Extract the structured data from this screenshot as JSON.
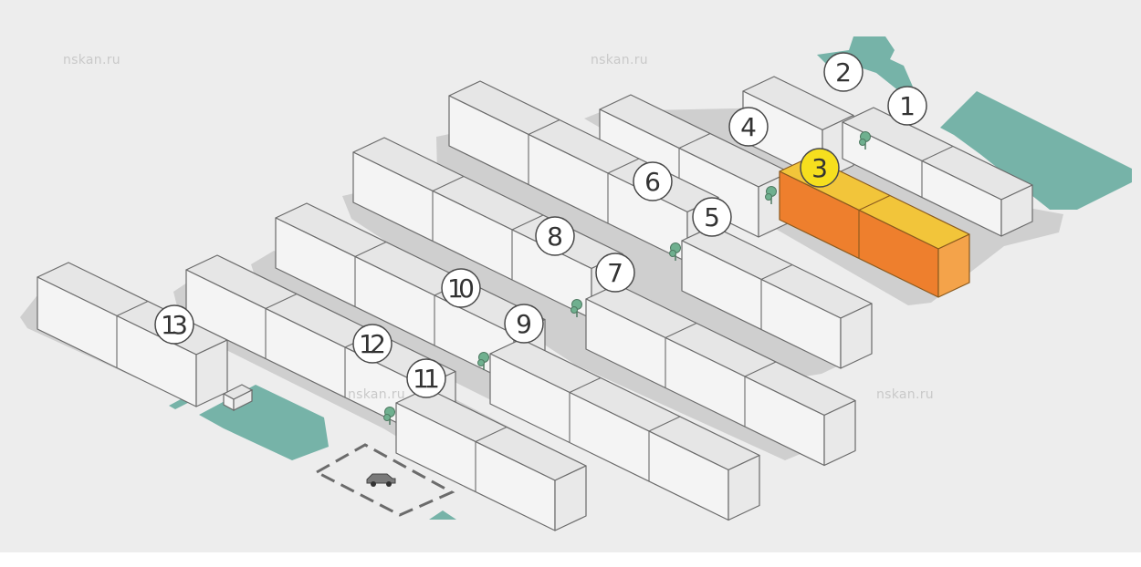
{
  "watermarks": [
    "nskan.ru",
    "nskan.ru",
    "nskan.ru",
    "nskan.ru"
  ],
  "colors": {
    "background": "#ededed",
    "ground": "#cfcfcf",
    "roof": "#e6e6e6",
    "wall_left": "#f4f4f4",
    "wall_right": "#e9e9e9",
    "outline": "#6b6b6b",
    "green_area": "#76b3a8",
    "tree": "#6fb08f",
    "highlight_roof": "#f2c53a",
    "highlight_left": "#ee7f2d",
    "highlight_right": "#f4a34a",
    "label_circle": "#ffffff",
    "label_active": "#f6df1e",
    "label_text": "#333333"
  },
  "buildings": [
    {
      "label": "1",
      "selected": false
    },
    {
      "label": "2",
      "selected": false
    },
    {
      "label": "3",
      "selected": true
    },
    {
      "label": "4",
      "selected": false
    },
    {
      "label": "5",
      "selected": false
    },
    {
      "label": "6",
      "selected": false
    },
    {
      "label": "7",
      "selected": false
    },
    {
      "label": "8",
      "selected": false
    },
    {
      "label": "9",
      "selected": false
    },
    {
      "label": "10",
      "selected": false
    },
    {
      "label": "11",
      "selected": false
    },
    {
      "label": "12",
      "selected": false
    },
    {
      "label": "13",
      "selected": false
    }
  ],
  "icons": {
    "parking": "car-icon",
    "tree": "tree-icon",
    "kiosk": "kiosk-icon"
  }
}
